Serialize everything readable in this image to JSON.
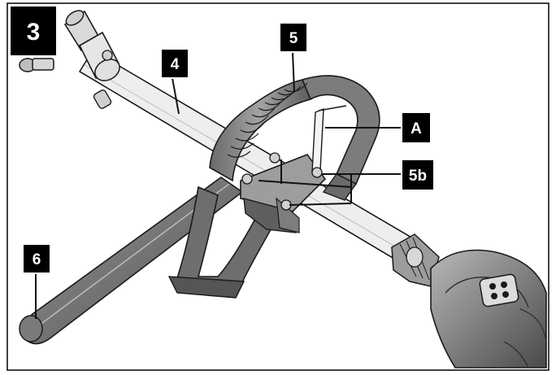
{
  "figure": {
    "number": "3",
    "callouts": {
      "shaft": "4",
      "handle": "5",
      "clamp_screws": "5b",
      "hex_key": "A",
      "grip": "6"
    }
  },
  "colors": {
    "badge_fill": "#000000",
    "badge_text": "#ffffff",
    "line": "#1a1a1a",
    "handle_dark": "#5a5a5a",
    "handle_mid": "#8a8a8a",
    "shaft_light": "#ececec"
  }
}
